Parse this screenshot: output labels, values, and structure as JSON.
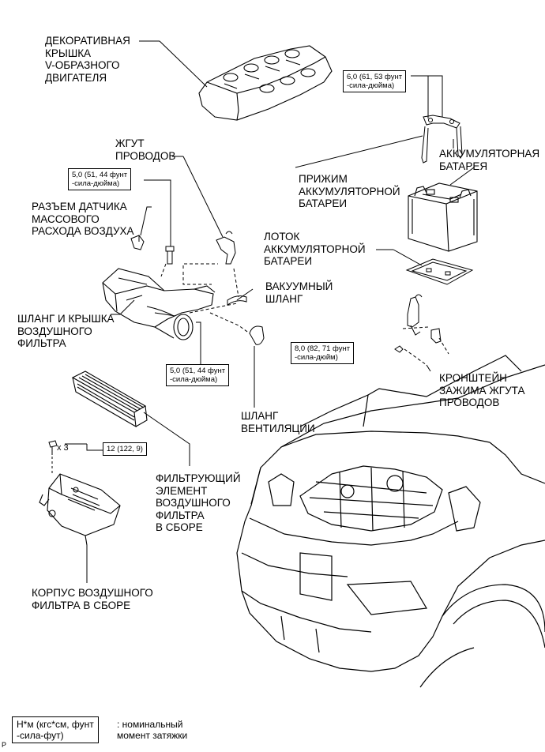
{
  "labels": {
    "engine_cover": "ДЕКОРАТИВНАЯ\nКРЫШКА\nV-ОБРАЗНОГО\nДВИГАТЕЛЯ",
    "wire_harness": "ЖГУТ\nПРОВОДОВ",
    "mass_air_flow_connector": "РАЗЪЕМ ДАТЧИКА\nМАССОВОГО\nРАСХОДА ВОЗДУХА",
    "air_hose_and_cap": "ШЛАНГ И КРЫШКА\nВОЗДУШНОГО\nФИЛЬТРА",
    "vacuum_hose": "ВАКУУМНЫЙ\nШЛАНГ",
    "ventilation_hose": "ШЛАНГ\nВЕНТИЛЯЦИИ",
    "battery_clamp": "ПРИЖИМ\nАККУМУЛЯТОРНОЙ\nБАТАРЕИ",
    "battery": "АККУМУЛЯТОРНАЯ\nБАТАРЕЯ",
    "battery_tray": "ЛОТОК\nАККУМУЛЯТОРНОЙ\nБАТАРЕИ",
    "harness_clamp_bracket": "КРОНШТЕЙН\nЗАЖИМА ЖГУТА\nПРОВОДОВ",
    "filter_element": "ФИЛЬТРУЮЩИЙ\nЭЛЕМЕНТ\nВОЗДУШНОГО\nФИЛЬТРА\nВ СБОРЕ",
    "air_cleaner_case": "КОРПУС ВОЗДУШНОГО\nФИЛЬТРА В СБОРЕ"
  },
  "torques": {
    "battery_clamp": "6,0 (61, 53 фунт\n-сила-дюйма)",
    "harness_bolt": "5,0 (51, 44 фунт\n-сила-дюйма)",
    "hose_clamp": "5,0 (51, 44 фунт\n-сила-дюйма)",
    "bracket_bolt": "8,0 (82, 71 фунт\n-сила-дюйм)",
    "case_bolts": "12 (122, 9)"
  },
  "quantity": "x 3",
  "legend": {
    "box": "Н*м (кгс*см, фунт\n-сила-фут)",
    "text": ": номинальный\nмомент затяжки"
  },
  "corner_mark": "P"
}
